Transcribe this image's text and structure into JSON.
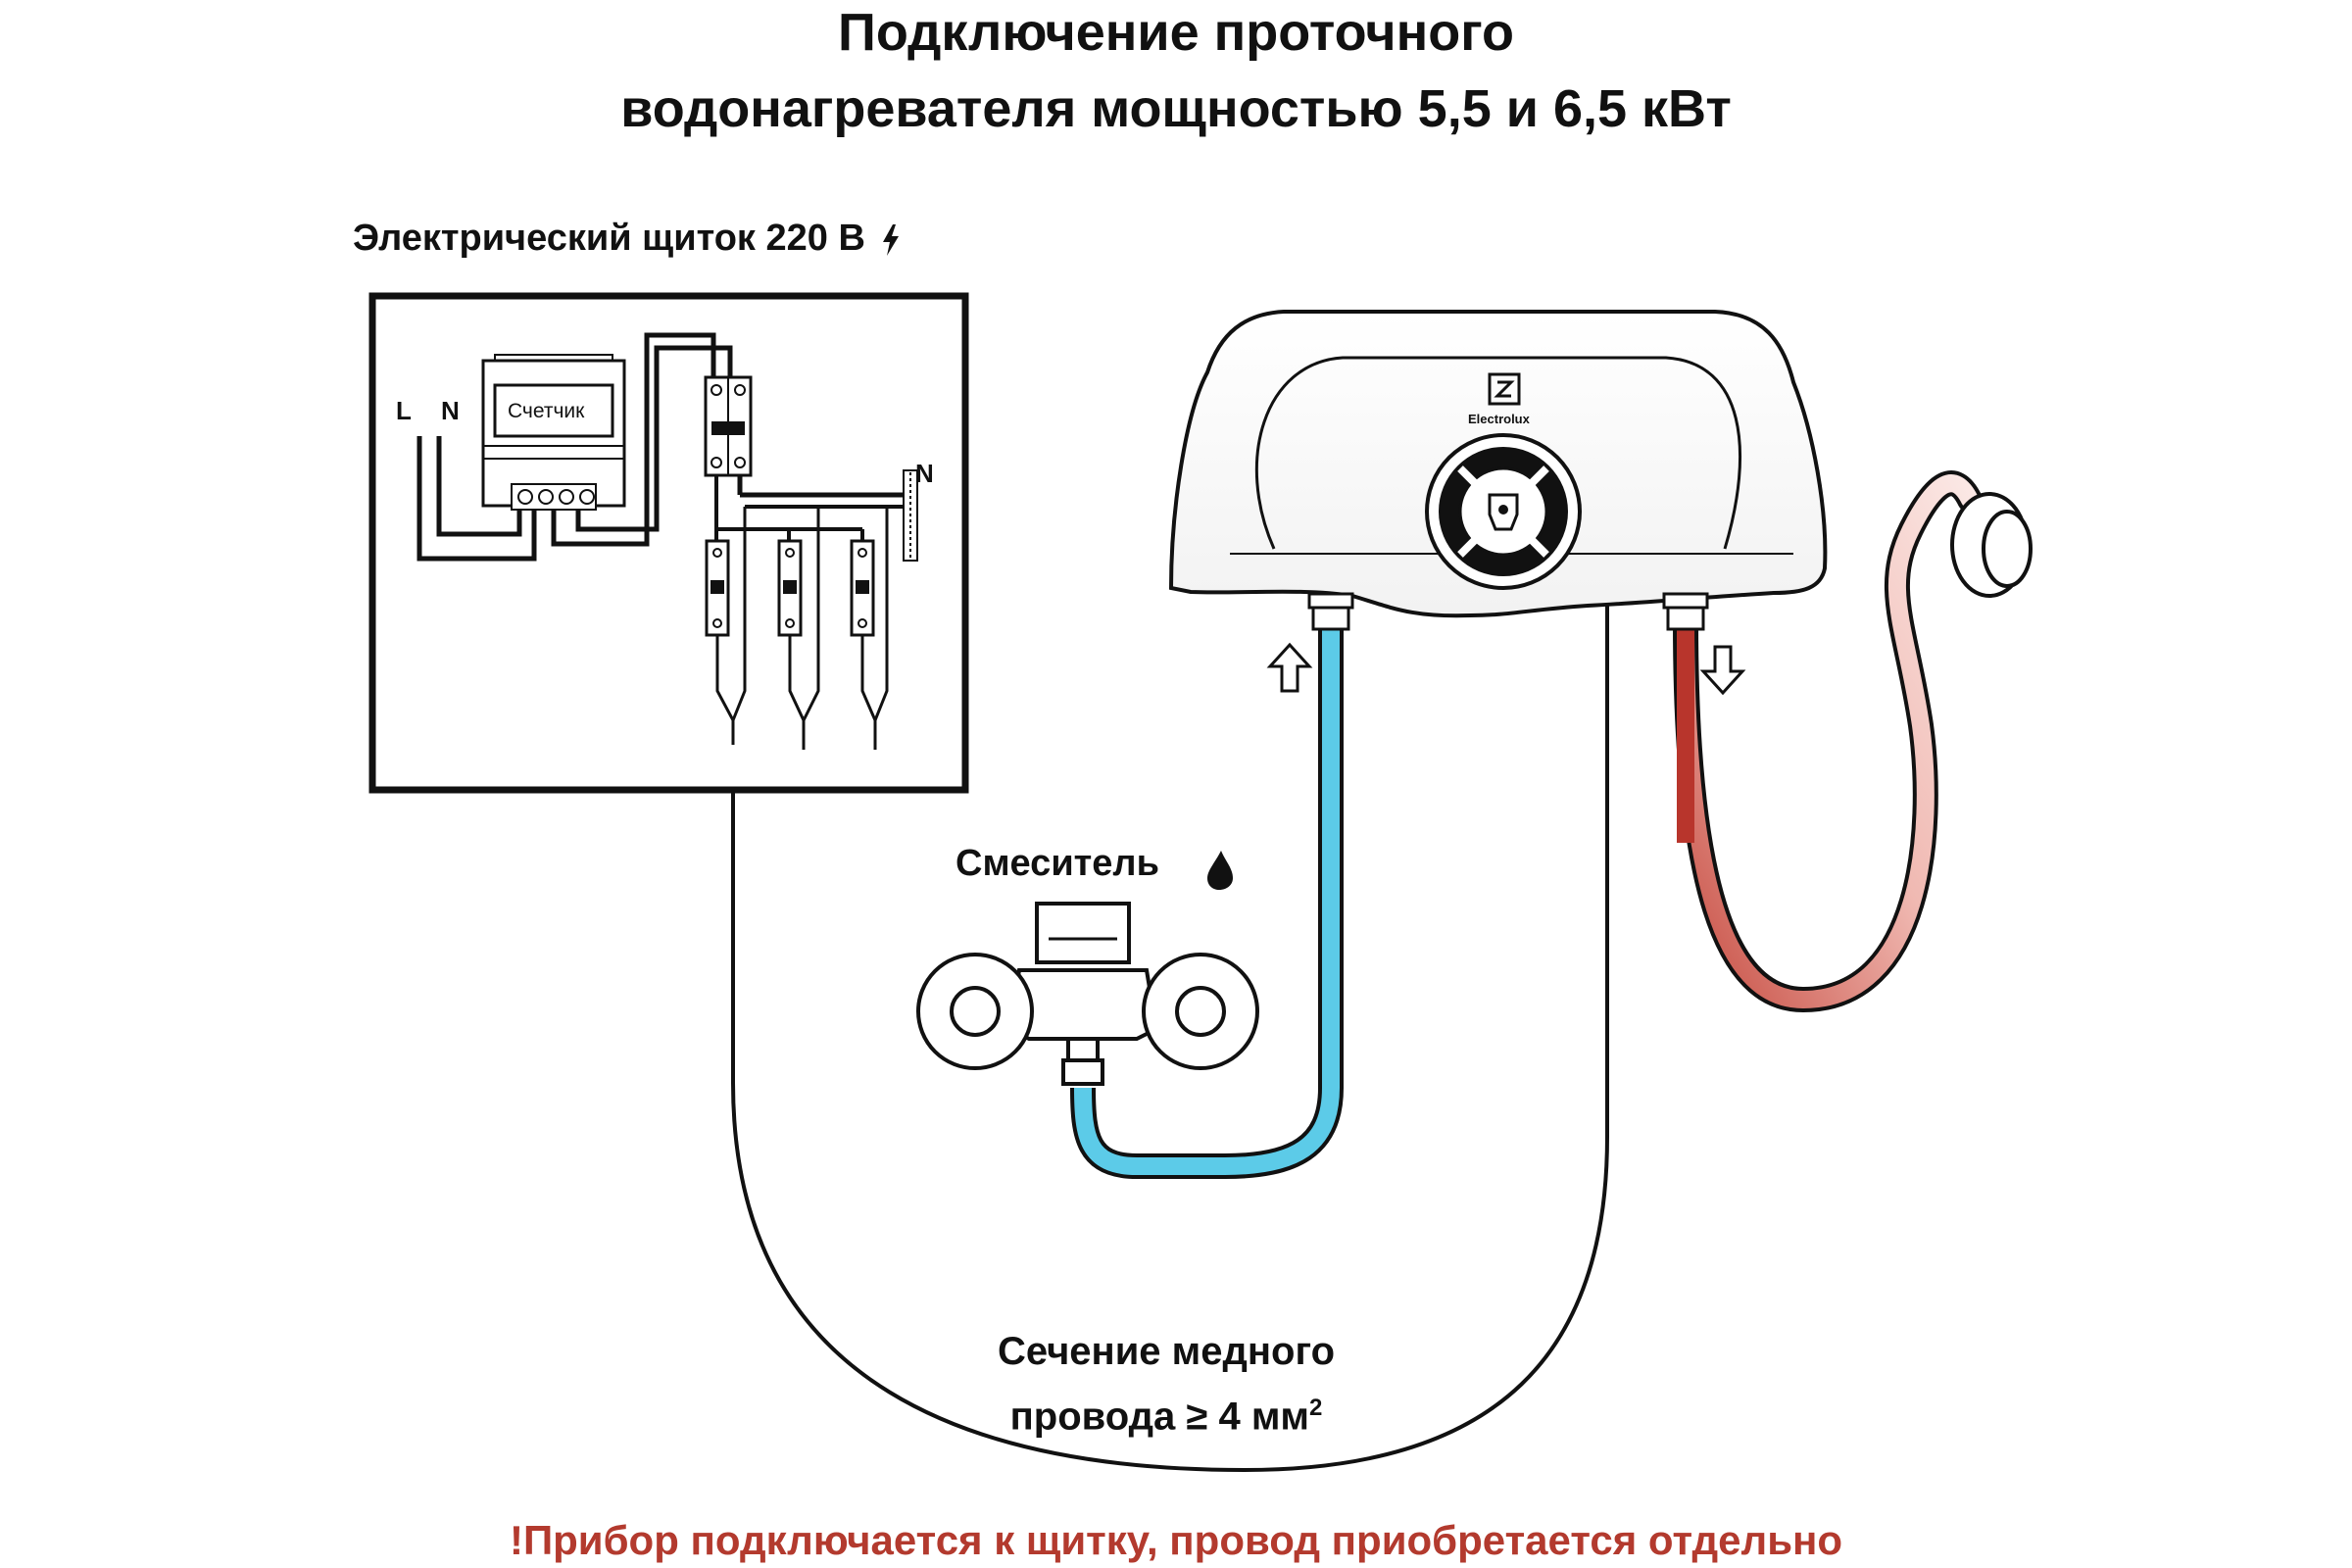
{
  "title": {
    "line1": "Подключение проточного",
    "line2": "водонагревателя мощностью 5,5 и 6,5 кВт"
  },
  "panel": {
    "label": "Электрический щиток 220 В",
    "line_L": "L",
    "line_N": "N",
    "meter": "Счетчик",
    "neutral_bus": "N"
  },
  "heater": {
    "brand": "Electrolux"
  },
  "mixer": {
    "label": "Смеситель"
  },
  "wire": {
    "line1": "Сечение медного",
    "line2": "провода ≥ 4 мм",
    "sup": "2"
  },
  "warning": "!Прибор подключается к щитку, провод приобретается отдельно",
  "colors": {
    "cold_pipe": "#5ccbe8",
    "hot_pipe": "#b8352c",
    "warning_text": "#b33a2e",
    "line": "#111111"
  },
  "icons": [
    "lightning-icon",
    "water-drop-icon",
    "arrow-up-icon",
    "arrow-down-icon",
    "electrolux-logo-icon"
  ]
}
